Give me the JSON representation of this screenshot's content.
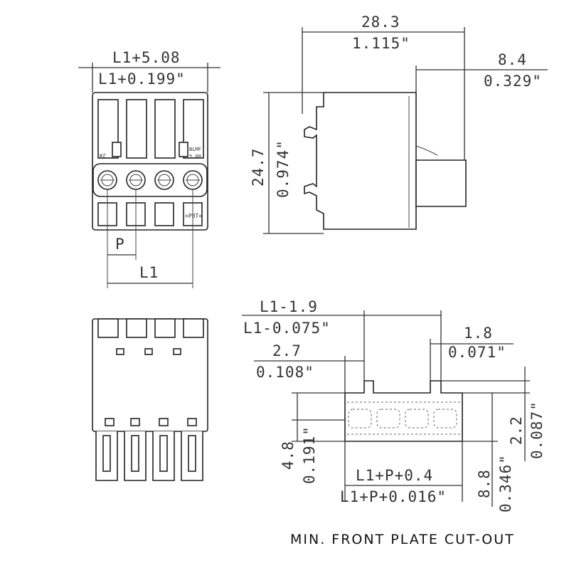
{
  "labels": {
    "top_width_mm": "L1+5.08",
    "top_width_in": "L1+0.199\"",
    "side_width_mm": "28.3",
    "side_width_in": "1.115\"",
    "side_offset_mm": "8.4",
    "side_offset_in": "0.329\"",
    "side_height_mm": "24.7",
    "side_height_in": "0.974\"",
    "pitch": "P",
    "length": "L1",
    "cutout_top_mm": "L1-1.9",
    "cutout_top_in": "L1-0.075\"",
    "cutout_notch_mm": "1.8",
    "cutout_notch_in": "0.071\"",
    "cutout_left_mm": "2.7",
    "cutout_left_in": "0.108\"",
    "cutout_h1_mm": "4.8",
    "cutout_h1_in": "0.191\"",
    "cutout_bottom_mm": "L1+P+0.4",
    "cutout_bottom_in": "L1+P+0.016\"",
    "cutout_h2_mm": "8.8",
    "cutout_h2_in": "0.346\"",
    "cutout_h3_mm": "2.2",
    "cutout_h3_in": "0.087\"",
    "caption": "MIN. FRONT PLATE CUT-OUT"
  },
  "markings": {
    "left_mark": "KC",
    "right_mark_1": "BLMF",
    "right_mark_2": "5.08",
    "bottom_mark": ">PBT<"
  }
}
